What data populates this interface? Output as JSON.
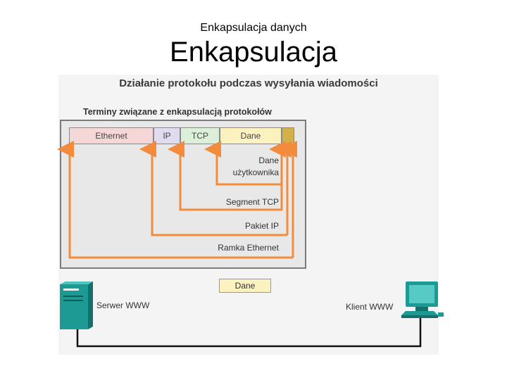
{
  "subtitle": "Enkapsulacja danych",
  "title": "Enkapsulacja",
  "figure": {
    "title": "Działanie protokołu podczas wysyłania wiadomości",
    "panel_title": "Terminy związane z enkapsulacją protokołów",
    "segments": {
      "ethernet": "Ethernet",
      "ip": "IP",
      "tcp": "TCP",
      "dane": "Dane"
    },
    "labels": {
      "dane_uzytkownika_1": "Dane",
      "dane_uzytkownika_2": "użytkownika",
      "segment_tcp": "Segment TCP",
      "pakiet_ip": "Pakiet IP",
      "ramka_ethernet": "Ramka Ethernet"
    },
    "data_box": "Dane",
    "server_label": "Serwer WWW",
    "client_label": "Klient WWW",
    "colors": {
      "arrow": "#f28c3c",
      "ethernet": "#f6d7d7",
      "ip": "#e1dbf0",
      "tcp": "#dcefd8",
      "dane": "#fcf2c0",
      "trailer": "#d4b04a",
      "device": "#1e9a94"
    }
  }
}
